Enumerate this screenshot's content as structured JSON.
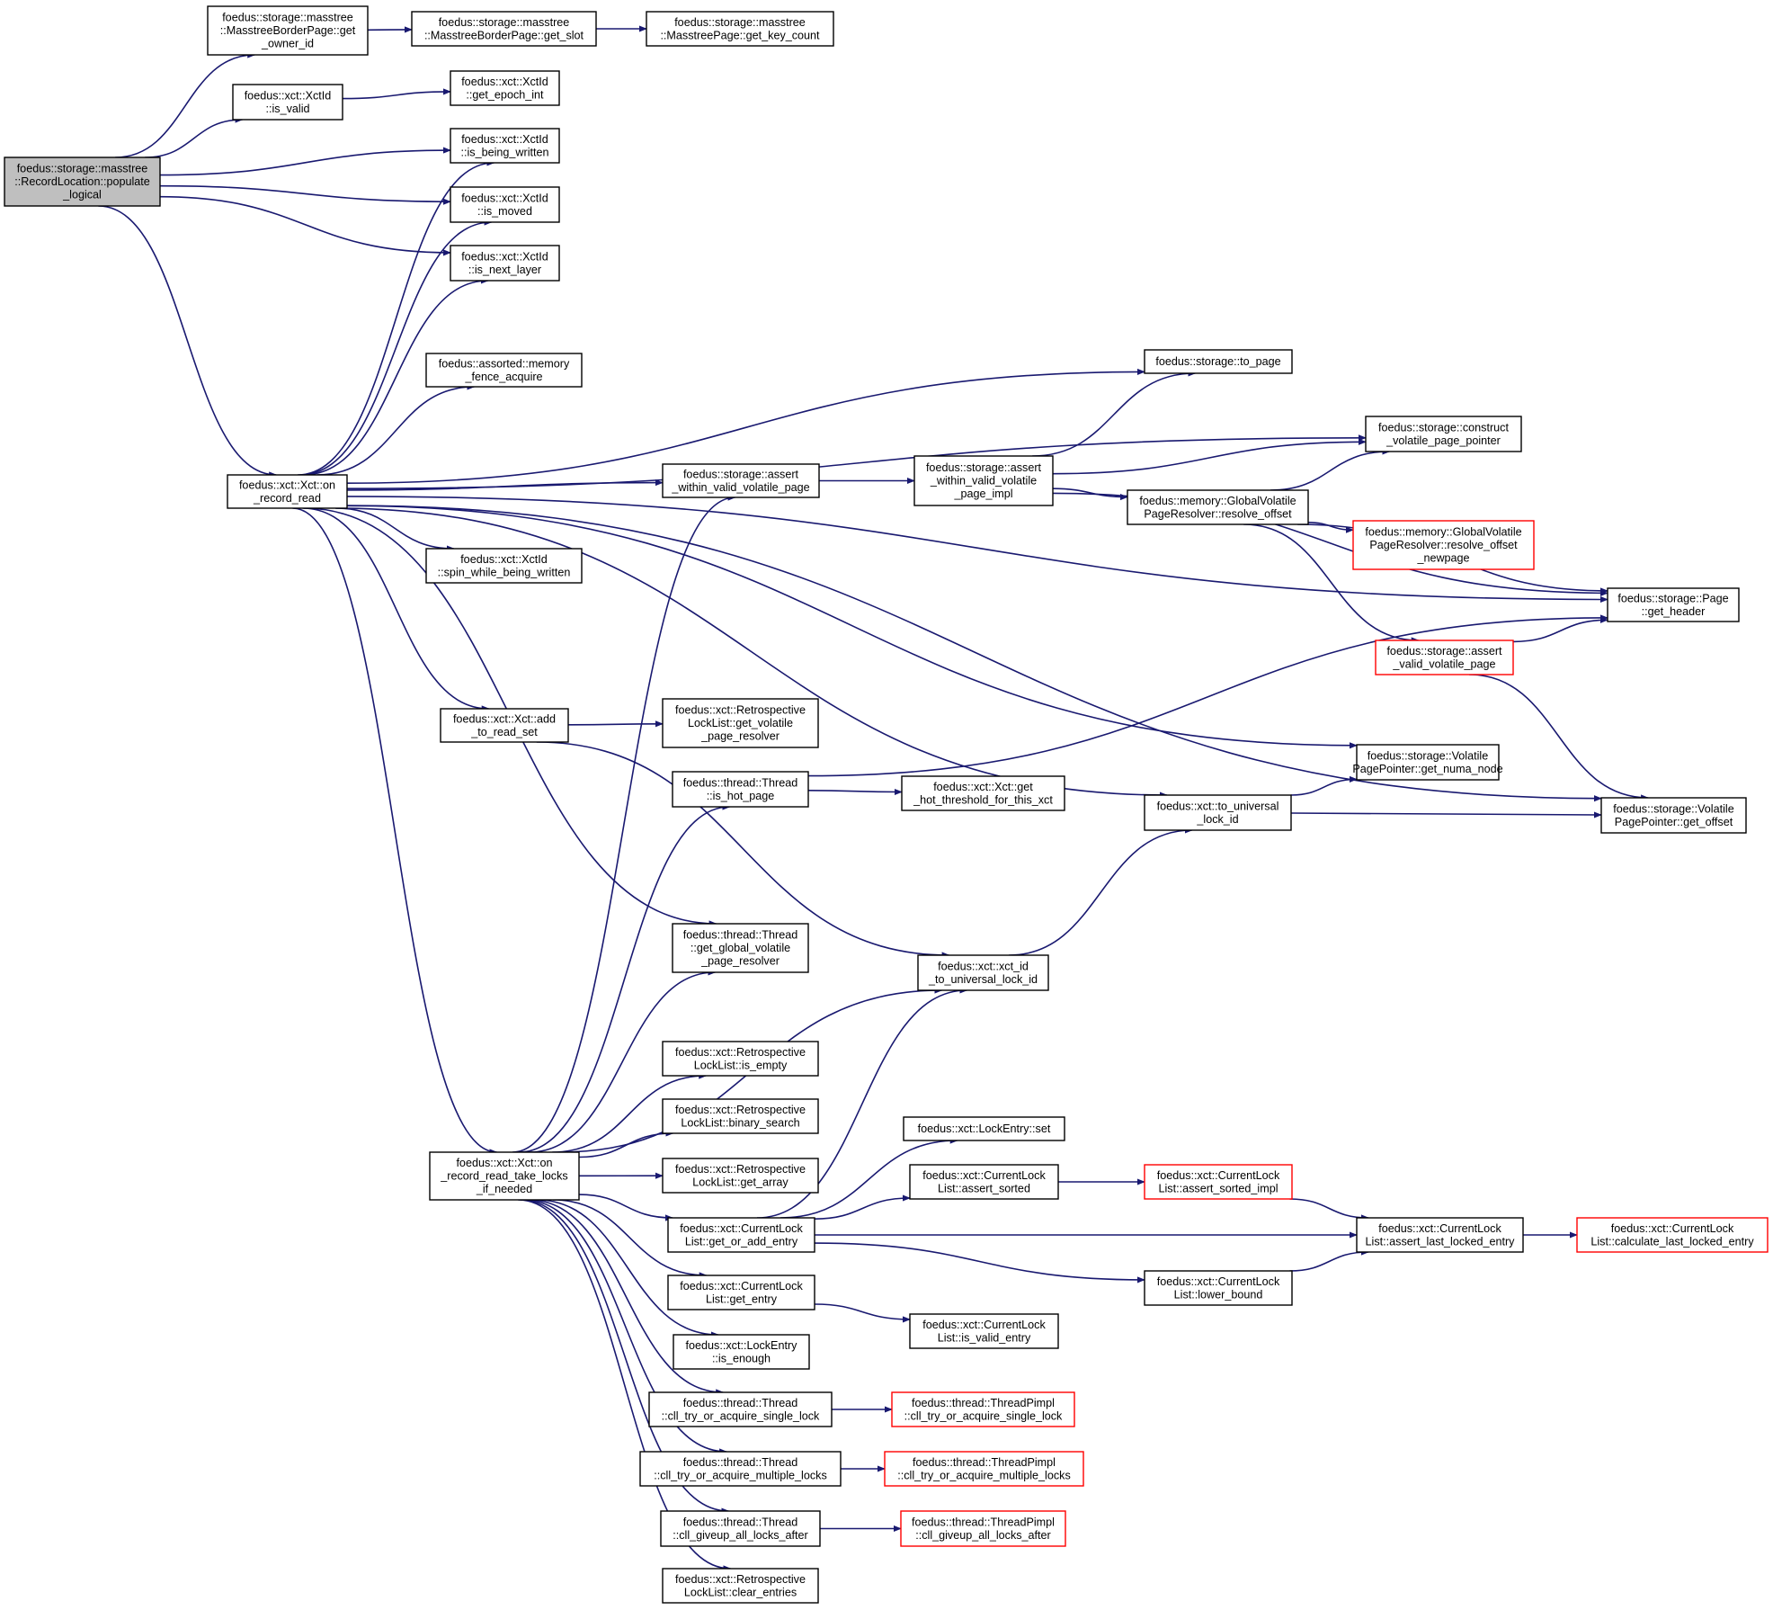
{
  "graph": {
    "colors": {
      "edge": "#191970",
      "root_fill": "#bfbfbf",
      "normal_border": "#000000",
      "truncated_border": "#ff0000"
    },
    "nodes": [
      {
        "id": "root",
        "lines": [
          "foedus::storage::masstree",
          "::RecordLocation::populate",
          "_logical"
        ],
        "style": "root"
      },
      {
        "id": "getowner",
        "lines": [
          "foedus::storage::masstree",
          "::MasstreeBorderPage::get",
          "_owner_id"
        ],
        "style": "normal"
      },
      {
        "id": "getslot",
        "lines": [
          "foedus::storage::masstree",
          "::MasstreeBorderPage::get_slot"
        ],
        "style": "normal"
      },
      {
        "id": "getkeycount",
        "lines": [
          "foedus::storage::masstree",
          "::MasstreePage::get_key_count"
        ],
        "style": "normal"
      },
      {
        "id": "isvalid",
        "lines": [
          "foedus::xct::XctId",
          "::is_valid"
        ],
        "style": "normal"
      },
      {
        "id": "getepoch",
        "lines": [
          "foedus::xct::XctId",
          "::get_epoch_int"
        ],
        "style": "normal"
      },
      {
        "id": "isbeingwritten",
        "lines": [
          "foedus::xct::XctId",
          "::is_being_written"
        ],
        "style": "normal"
      },
      {
        "id": "ismoved",
        "lines": [
          "foedus::xct::XctId",
          "::is_moved"
        ],
        "style": "normal"
      },
      {
        "id": "isnextlayer",
        "lines": [
          "foedus::xct::XctId",
          "::is_next_layer"
        ],
        "style": "normal"
      },
      {
        "id": "memfence",
        "lines": [
          "foedus::assorted::memory",
          "_fence_acquire"
        ],
        "style": "normal"
      },
      {
        "id": "onrecordread",
        "lines": [
          "foedus::xct::Xct::on",
          "_record_read"
        ],
        "style": "normal"
      },
      {
        "id": "assertwithin",
        "lines": [
          "foedus::storage::assert",
          "_within_valid_volatile_page"
        ],
        "style": "normal"
      },
      {
        "id": "assertwithinimpl",
        "lines": [
          "foedus::storage::assert",
          "_within_valid_volatile",
          "_page_impl"
        ],
        "style": "normal"
      },
      {
        "id": "topage",
        "lines": [
          "foedus::storage::to_page"
        ],
        "style": "normal"
      },
      {
        "id": "construct",
        "lines": [
          "foedus::storage::construct",
          "_volatile_page_pointer"
        ],
        "style": "normal"
      },
      {
        "id": "resolveoffset",
        "lines": [
          "foedus::memory::GlobalVolatile",
          "PageResolver::resolve_offset"
        ],
        "style": "normal"
      },
      {
        "id": "resolvenew",
        "lines": [
          "foedus::memory::GlobalVolatile",
          "PageResolver::resolve_offset",
          "_newpage"
        ],
        "style": "red"
      },
      {
        "id": "getheader",
        "lines": [
          "foedus::storage::Page",
          "::get_header"
        ],
        "style": "normal"
      },
      {
        "id": "assertvalid",
        "lines": [
          "foedus::storage::assert",
          "_valid_volatile_page"
        ],
        "style": "red"
      },
      {
        "id": "spinwhile",
        "lines": [
          "foedus::xct::XctId",
          "::spin_while_being_written"
        ],
        "style": "normal"
      },
      {
        "id": "addtoreadset",
        "lines": [
          "foedus::xct::Xct::add",
          "_to_read_set"
        ],
        "style": "normal"
      },
      {
        "id": "getvolresolver",
        "lines": [
          "foedus::xct::Retrospective",
          "LockList::get_volatile",
          "_page_resolver"
        ],
        "style": "normal"
      },
      {
        "id": "ishotpage",
        "lines": [
          "foedus::thread::Thread",
          "::is_hot_page"
        ],
        "style": "normal"
      },
      {
        "id": "gethot",
        "lines": [
          "foedus::xct::Xct::get",
          "_hot_threshold_for_this_xct"
        ],
        "style": "normal"
      },
      {
        "id": "getnuma",
        "lines": [
          "foedus::storage::Volatile",
          "PagePointer::get_numa_node"
        ],
        "style": "normal"
      },
      {
        "id": "touniversal",
        "lines": [
          "foedus::xct::to_universal",
          "_lock_id"
        ],
        "style": "normal"
      },
      {
        "id": "getoffset",
        "lines": [
          "foedus::storage::Volatile",
          "PagePointer::get_offset"
        ],
        "style": "normal"
      },
      {
        "id": "getglobalresolver",
        "lines": [
          "foedus::thread::Thread",
          "::get_global_volatile",
          "_page_resolver"
        ],
        "style": "normal"
      },
      {
        "id": "xctidtouniv",
        "lines": [
          "foedus::xct::xct_id",
          "_to_universal_lock_id"
        ],
        "style": "normal"
      },
      {
        "id": "isempty",
        "lines": [
          "foedus::xct::Retrospective",
          "LockList::is_empty"
        ],
        "style": "normal"
      },
      {
        "id": "binsearch",
        "lines": [
          "foedus::xct::Retrospective",
          "LockList::binary_search"
        ],
        "style": "normal"
      },
      {
        "id": "getarray",
        "lines": [
          "foedus::xct::Retrospective",
          "LockList::get_array"
        ],
        "style": "normal"
      },
      {
        "id": "takelocks",
        "lines": [
          "foedus::xct::Xct::on",
          "_record_read_take_locks",
          "_if_needed"
        ],
        "style": "normal"
      },
      {
        "id": "lockentryset",
        "lines": [
          "foedus::xct::LockEntry::set"
        ],
        "style": "normal"
      },
      {
        "id": "assertsorted",
        "lines": [
          "foedus::xct::CurrentLock",
          "List::assert_sorted"
        ],
        "style": "normal"
      },
      {
        "id": "assertsortedimpl",
        "lines": [
          "foedus::xct::CurrentLock",
          "List::assert_sorted_impl"
        ],
        "style": "red"
      },
      {
        "id": "getoradd",
        "lines": [
          "foedus::xct::CurrentLock",
          "List::get_or_add_entry"
        ],
        "style": "normal"
      },
      {
        "id": "assertlast",
        "lines": [
          "foedus::xct::CurrentLock",
          "List::assert_last_locked_entry"
        ],
        "style": "normal"
      },
      {
        "id": "calclast",
        "lines": [
          "foedus::xct::CurrentLock",
          "List::calculate_last_locked_entry"
        ],
        "style": "red"
      },
      {
        "id": "lowerbound",
        "lines": [
          "foedus::xct::CurrentLock",
          "List::lower_bound"
        ],
        "style": "normal"
      },
      {
        "id": "getentry",
        "lines": [
          "foedus::xct::CurrentLock",
          "List::get_entry"
        ],
        "style": "normal"
      },
      {
        "id": "isvalidentry",
        "lines": [
          "foedus::xct::CurrentLock",
          "List::is_valid_entry"
        ],
        "style": "normal"
      },
      {
        "id": "isenough",
        "lines": [
          "foedus::xct::LockEntry",
          "::is_enough"
        ],
        "style": "normal"
      },
      {
        "id": "clltrysingle",
        "lines": [
          "foedus::thread::Thread",
          "::cll_try_or_acquire_single_lock"
        ],
        "style": "normal"
      },
      {
        "id": "pimplsingle",
        "lines": [
          "foedus::thread::ThreadPimpl",
          "::cll_try_or_acquire_single_lock"
        ],
        "style": "red"
      },
      {
        "id": "clltrymulti",
        "lines": [
          "foedus::thread::Thread",
          "::cll_try_or_acquire_multiple_locks"
        ],
        "style": "normal"
      },
      {
        "id": "pimplmulti",
        "lines": [
          "foedus::thread::ThreadPimpl",
          "::cll_try_or_acquire_multiple_locks"
        ],
        "style": "red"
      },
      {
        "id": "giveup",
        "lines": [
          "foedus::thread::Thread",
          "::cll_giveup_all_locks_after"
        ],
        "style": "normal"
      },
      {
        "id": "pimplgiveup",
        "lines": [
          "foedus::thread::ThreadPimpl",
          "::cll_giveup_all_locks_after"
        ],
        "style": "red"
      },
      {
        "id": "clearentries",
        "lines": [
          "foedus::xct::Retrospective",
          "LockList::clear_entries"
        ],
        "style": "normal"
      }
    ],
    "edges": [
      [
        "root",
        "getowner"
      ],
      [
        "getowner",
        "getslot"
      ],
      [
        "getslot",
        "getkeycount"
      ],
      [
        "root",
        "isvalid"
      ],
      [
        "isvalid",
        "getepoch"
      ],
      [
        "root",
        "isbeingwritten"
      ],
      [
        "root",
        "ismoved"
      ],
      [
        "root",
        "isnextlayer"
      ],
      [
        "root",
        "onrecordread"
      ],
      [
        "onrecordread",
        "isbeingwritten"
      ],
      [
        "onrecordread",
        "ismoved"
      ],
      [
        "onrecordread",
        "isnextlayer"
      ],
      [
        "onrecordread",
        "memfence"
      ],
      [
        "onrecordread",
        "construct"
      ],
      [
        "onrecordread",
        "topage"
      ],
      [
        "onrecordread",
        "assertwithin"
      ],
      [
        "onrecordread",
        "getheader"
      ],
      [
        "onrecordread",
        "spinwhile"
      ],
      [
        "onrecordread",
        "getnuma"
      ],
      [
        "onrecordread",
        "touniversal"
      ],
      [
        "onrecordread",
        "addtoreadset"
      ],
      [
        "onrecordread",
        "getoffset"
      ],
      [
        "onrecordread",
        "getglobalresolver"
      ],
      [
        "onrecordread",
        "takelocks"
      ],
      [
        "assertwithin",
        "assertwithinimpl"
      ],
      [
        "assertwithinimpl",
        "topage"
      ],
      [
        "assertwithinimpl",
        "construct"
      ],
      [
        "assertwithinimpl",
        "getheader"
      ],
      [
        "assertwithinimpl",
        "resolveoffset"
      ],
      [
        "resolveoffset",
        "construct"
      ],
      [
        "resolveoffset",
        "getheader"
      ],
      [
        "resolveoffset",
        "resolvenew"
      ],
      [
        "resolveoffset",
        "assertvalid"
      ],
      [
        "assertvalid",
        "getheader"
      ],
      [
        "assertvalid",
        "getoffset"
      ],
      [
        "addtoreadset",
        "getvolresolver"
      ],
      [
        "addtoreadset",
        "xctidtouniv"
      ],
      [
        "ishotpage",
        "getheader"
      ],
      [
        "ishotpage",
        "gethot"
      ],
      [
        "touniversal",
        "getnuma"
      ],
      [
        "touniversal",
        "getoffset"
      ],
      [
        "xctidtouniv",
        "touniversal"
      ],
      [
        "takelocks",
        "assertwithin"
      ],
      [
        "takelocks",
        "ishotpage"
      ],
      [
        "takelocks",
        "getglobalresolver"
      ],
      [
        "takelocks",
        "xctidtouniv"
      ],
      [
        "takelocks",
        "isempty"
      ],
      [
        "takelocks",
        "binsearch"
      ],
      [
        "takelocks",
        "getarray"
      ],
      [
        "takelocks",
        "getoradd"
      ],
      [
        "takelocks",
        "getentry"
      ],
      [
        "takelocks",
        "isenough"
      ],
      [
        "takelocks",
        "clltrysingle"
      ],
      [
        "takelocks",
        "clltrymulti"
      ],
      [
        "takelocks",
        "giveup"
      ],
      [
        "takelocks",
        "clearentries"
      ],
      [
        "getoradd",
        "xctidtouniv"
      ],
      [
        "getoradd",
        "lockentryset"
      ],
      [
        "getoradd",
        "assertsorted"
      ],
      [
        "getoradd",
        "assertlast"
      ],
      [
        "getoradd",
        "lowerbound"
      ],
      [
        "assertsorted",
        "assertsortedimpl"
      ],
      [
        "assertsortedimpl",
        "assertlast"
      ],
      [
        "lowerbound",
        "assertlast"
      ],
      [
        "assertlast",
        "calclast"
      ],
      [
        "getentry",
        "isvalidentry"
      ],
      [
        "clltrysingle",
        "pimplsingle"
      ],
      [
        "clltrymulti",
        "pimplmulti"
      ],
      [
        "giveup",
        "pimplgiveup"
      ]
    ]
  }
}
